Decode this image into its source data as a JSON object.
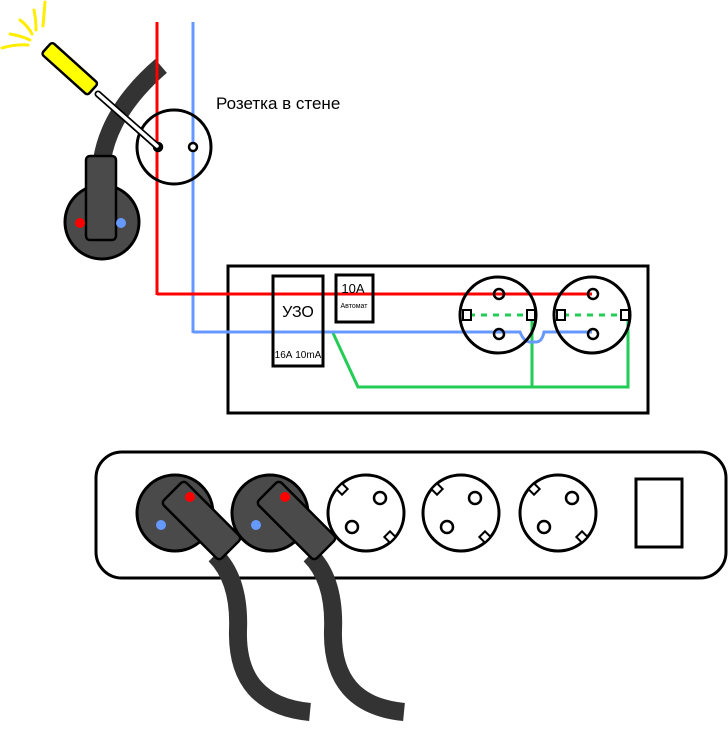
{
  "labels": {
    "wall_socket": "Розетка в стене",
    "rcd_name": "УЗО",
    "rcd_rating": "16А 10mA",
    "breaker_rating": "10A",
    "breaker_name": "Автомат"
  },
  "colors": {
    "phase": "#ff0000",
    "neutral": "#6699ff",
    "ground": "#22cc55",
    "plug_body": "#4a4a4a",
    "cable": "#333333",
    "screwdriver_handle": "#ffff00",
    "spark": "#ffee00"
  },
  "strip": {
    "occupied_sockets": 2,
    "empty_sockets": 3,
    "has_switch": true
  },
  "panel": {
    "sockets": 2
  }
}
